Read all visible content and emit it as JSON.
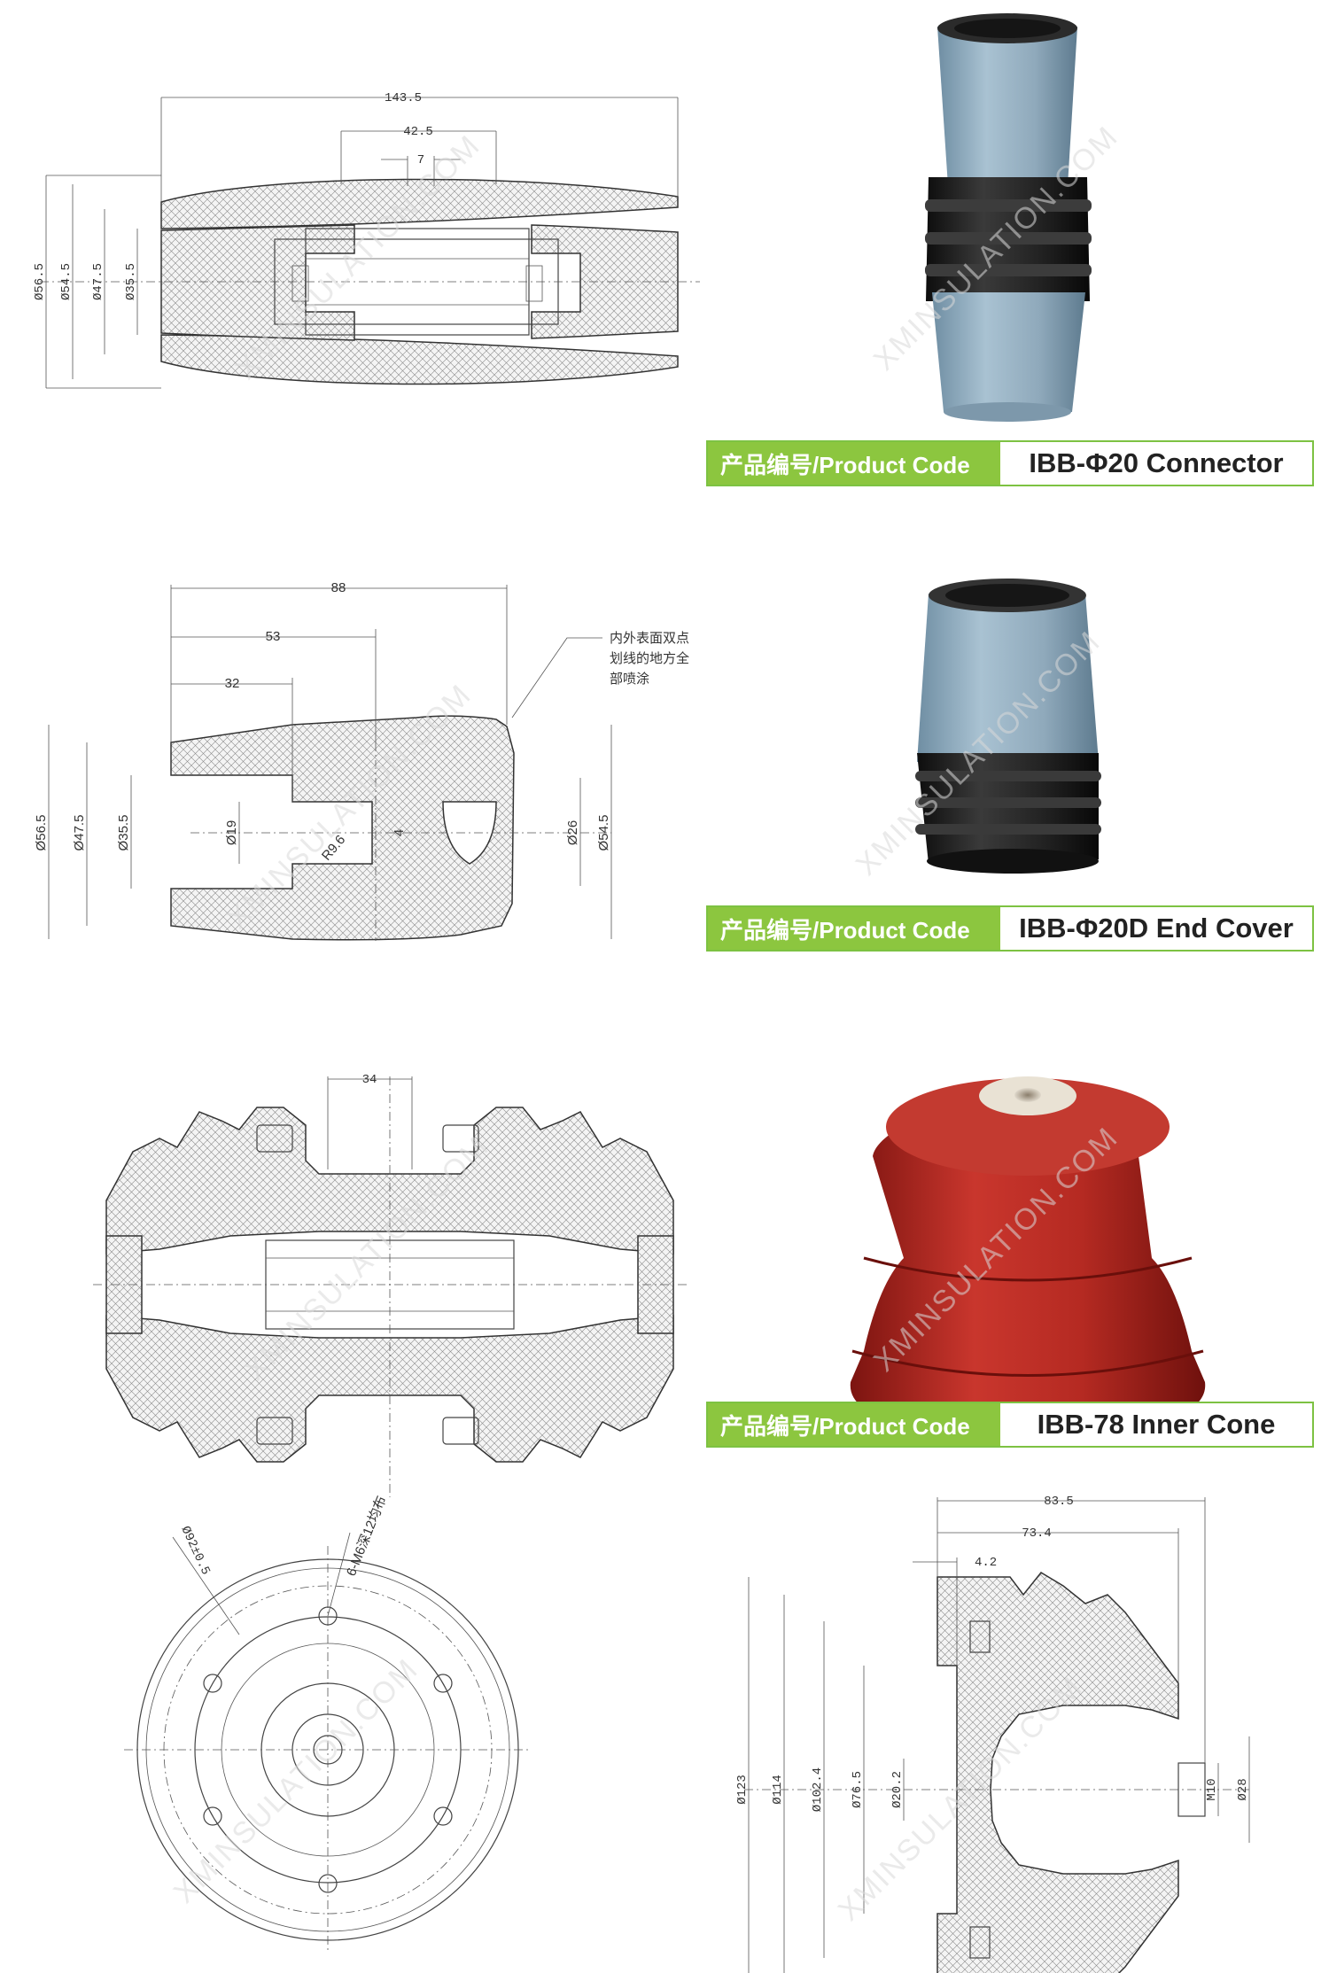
{
  "watermark": "XMINSULATION.COM",
  "labels": {
    "code_prefix": "产品编号/Product Code",
    "connector": "IBB-Φ20 Connector",
    "end_cover": "IBB-Φ20D End Cover",
    "inner_cone": "IBB-78 Inner Cone"
  },
  "dwg1": {
    "d_143": "143.5",
    "d_42": "42.5",
    "d_7": "7",
    "d_565": "Ø56.5",
    "d_545": "Ø54.5",
    "d_475": "Ø47.5",
    "d_355": "Ø35.5"
  },
  "dwg2": {
    "d_88": "88",
    "d_53": "53",
    "d_32": "32",
    "d_565": "Ø56.5",
    "d_475": "Ø47.5",
    "d_355": "Ø35.5",
    "d_19": "Ø19",
    "d_r96": "R9.6",
    "d_4": "4",
    "d_26": "Ø26",
    "d_545": "Ø54.5",
    "note_l1": "内外表面双点",
    "note_l2": "划线的地方全",
    "note_l3": "部喷涂"
  },
  "dwg3": {
    "d_34": "34"
  },
  "dwg4": {
    "d_92": "Ø92±0.5",
    "d_holes": "6-M6深12均布"
  },
  "dwg5": {
    "d_835": "83.5",
    "d_734": "73.4",
    "d_42": "4.2",
    "d_123": "Ø123",
    "d_114": "Ø114",
    "d_1024": "Ø102.4",
    "d_765": "Ø76.5",
    "d_202": "Ø20.2",
    "d_m10": "M10",
    "d_28": "Ø28"
  },
  "colors": {
    "label_green": "#8cc63f",
    "connector_blue": "#8faec2",
    "rubber_black": "#1e1e1e",
    "cone_red": "#b4241e"
  }
}
